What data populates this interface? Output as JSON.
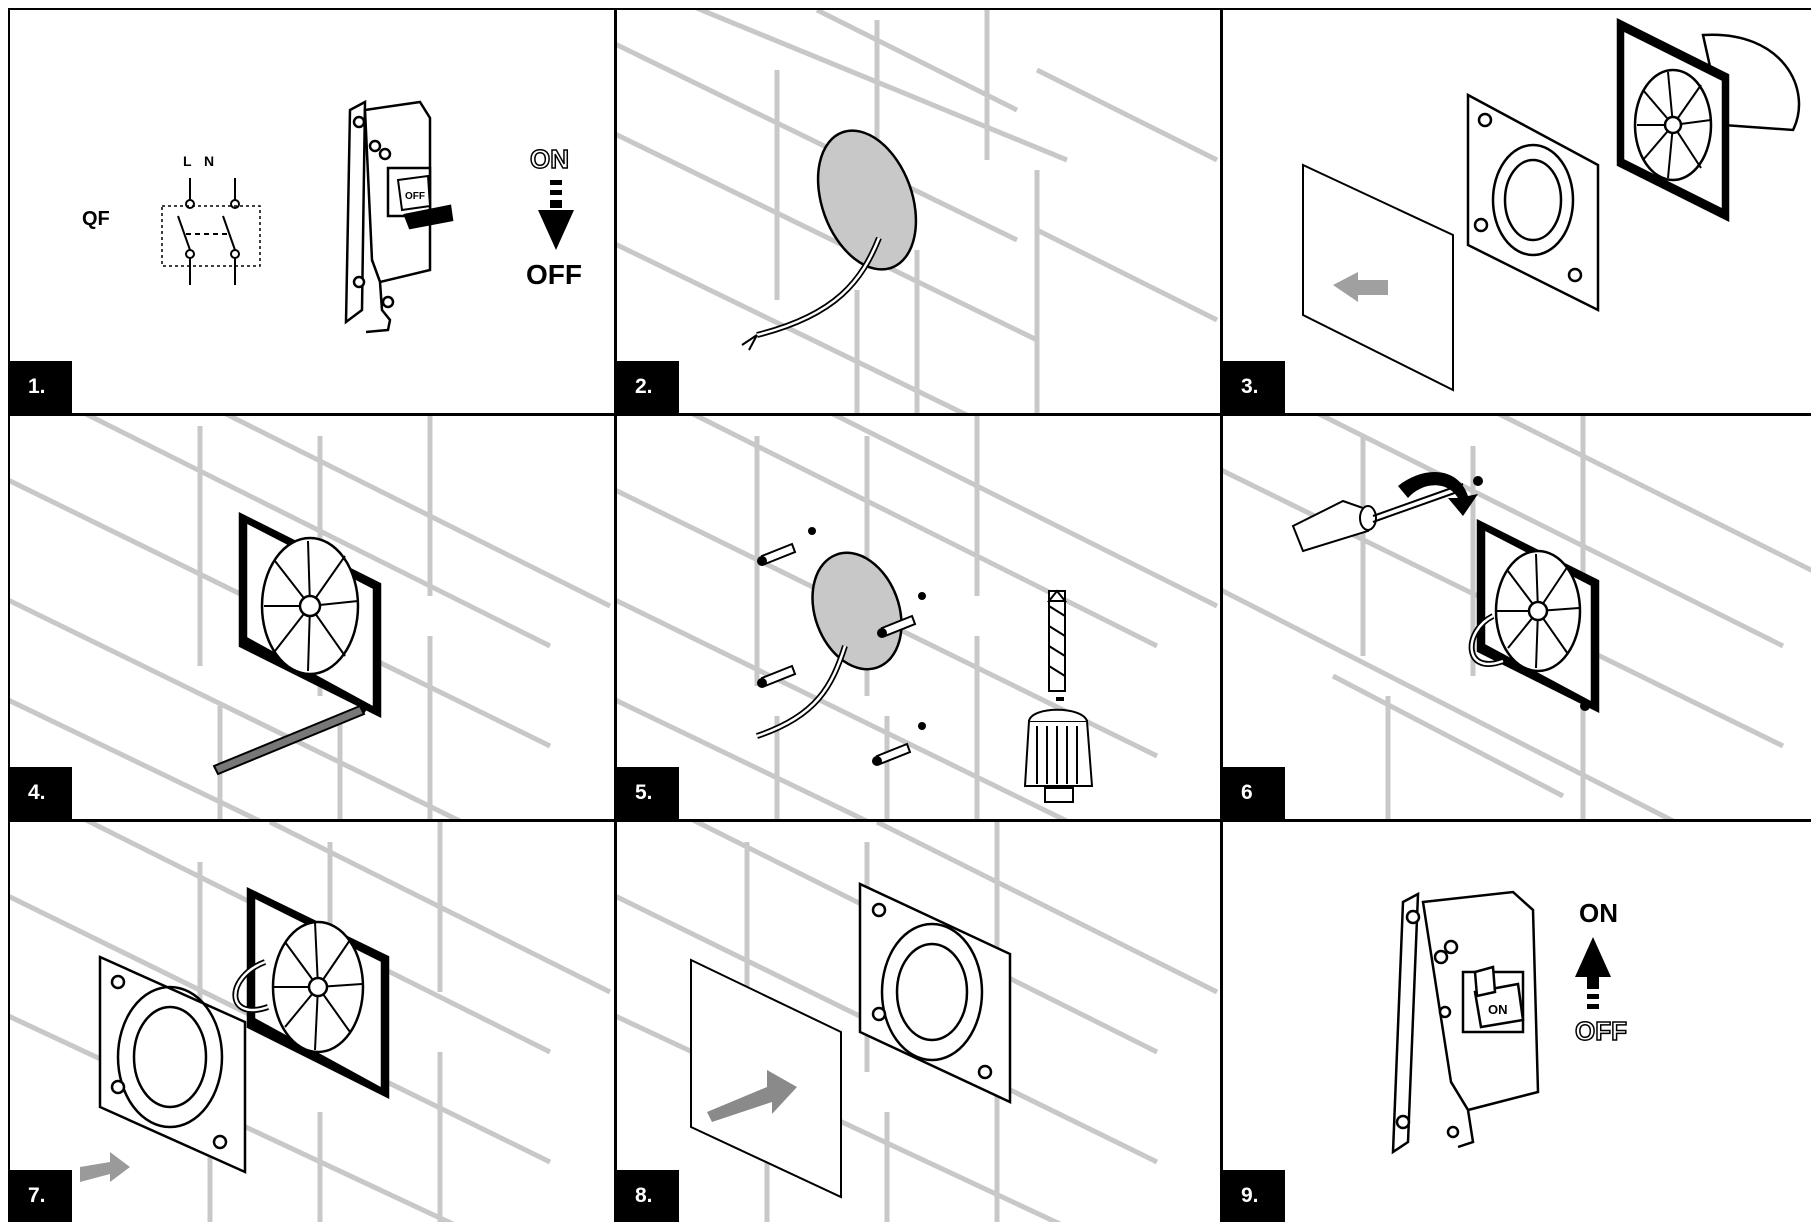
{
  "panels": [
    {
      "label": "1."
    },
    {
      "label": "2."
    },
    {
      "label": "3."
    },
    {
      "label": "4."
    },
    {
      "label": "5."
    },
    {
      "label": "6"
    },
    {
      "label": "7."
    },
    {
      "label": "8."
    },
    {
      "label": "9."
    }
  ],
  "panel1": {
    "breaker_code": "QF",
    "line_label": "L",
    "neutral_label": "N",
    "switch_text": "OFF",
    "on_text": "ON",
    "off_text": "OFF"
  },
  "panel9": {
    "switch_text": "ON",
    "on_text": "ON",
    "off_text": "OFF"
  },
  "colors": {
    "brick_line": "#c8c8c8",
    "ink": "#000000",
    "hole_fill": "#c8c8c8",
    "arrow_fill": "#9a9a9a"
  }
}
